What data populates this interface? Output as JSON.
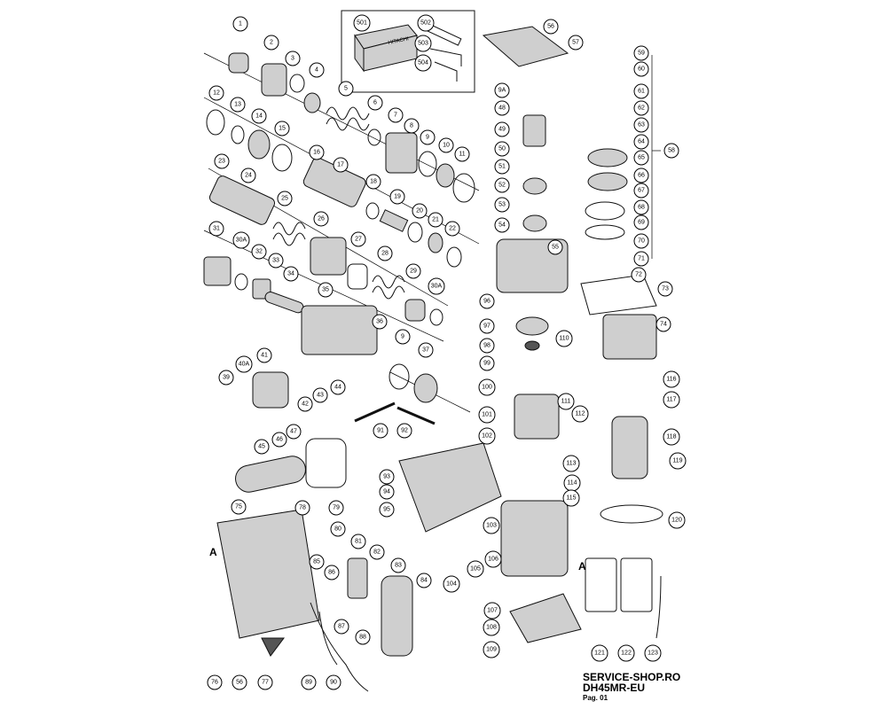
{
  "footer": {
    "site": "SERVICE-SHOP.RO",
    "model": "DH45MR-EU",
    "page": "Pag. 01"
  },
  "section_marks": [
    "A",
    "A"
  ],
  "callouts": [
    "1",
    "2",
    "3",
    "4",
    "5",
    "6",
    "7",
    "8",
    "9",
    "10",
    "11",
    "12",
    "13",
    "14",
    "15",
    "16",
    "17",
    "18",
    "19",
    "20",
    "21",
    "22",
    "23",
    "24",
    "25",
    "26",
    "27",
    "28",
    "29",
    "30A",
    "30A",
    "31",
    "32",
    "33",
    "34",
    "35",
    "36",
    "9",
    "37",
    "39",
    "40A",
    "41",
    "42",
    "43",
    "44",
    "45",
    "46",
    "47",
    "48",
    "49",
    "50",
    "51",
    "52",
    "53",
    "54",
    "55",
    "56",
    "57",
    "58",
    "59",
    "60",
    "61",
    "62",
    "63",
    "64",
    "65",
    "66",
    "67",
    "68",
    "69",
    "70",
    "71",
    "72",
    "73",
    "74",
    "75",
    "76",
    "56",
    "77",
    "78",
    "79",
    "80",
    "81",
    "82",
    "83",
    "84",
    "85",
    "86",
    "87",
    "88",
    "89",
    "90",
    "91",
    "92",
    "93",
    "94",
    "95",
    "96",
    "97",
    "98",
    "99",
    "100",
    "101",
    "102",
    "103",
    "104",
    "105",
    "106",
    "107",
    "108",
    "109",
    "110",
    "111",
    "112",
    "113",
    "114",
    "115",
    "116",
    "117",
    "118",
    "119",
    "120",
    "121",
    "122",
    "123",
    "501",
    "502",
    "503",
    "504",
    "9A"
  ],
  "case_brand": "HITACHI",
  "colors": {
    "line": "#000000",
    "background": "#ffffff"
  }
}
